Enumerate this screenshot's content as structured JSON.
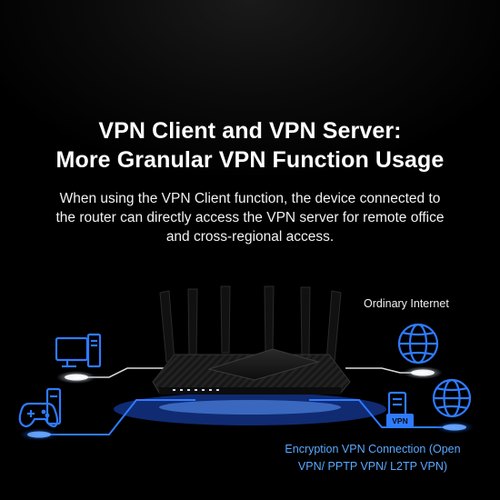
{
  "heading": {
    "line1": "VPN Client and VPN Server:",
    "line2": "More Granular VPN Function Usage"
  },
  "description": {
    "line1": "When using the VPN Client function, the device connected to",
    "line2": "the router can directly access the VPN server for remote office",
    "line3": "and cross-regional access."
  },
  "labels": {
    "ordinary_internet": "Ordinary Internet",
    "vpn_connection_line1": "Encryption VPN Connection (Open",
    "vpn_connection_line2": "VPN/ PPTP VPN/ L2TP VPN)",
    "vpn_badge": "VPN"
  },
  "icons": [
    "desktop-computer-icon",
    "game-console-icon",
    "globe-icon",
    "server-icon",
    "globe-icon"
  ],
  "colors": {
    "accent_blue": "#2f7bff",
    "line_white": "#d9d9d9",
    "background": "#000000"
  }
}
